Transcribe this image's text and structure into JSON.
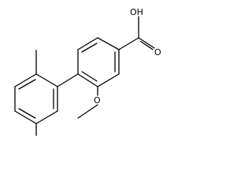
{
  "molecule": {
    "labels": {
      "hydroxyl": "OH",
      "carbonyl_oxygen": "O",
      "methoxy_oxygen": "O"
    }
  },
  "colors": {
    "background": "#ffffff",
    "bond": "#000000",
    "text": "#000000"
  }
}
